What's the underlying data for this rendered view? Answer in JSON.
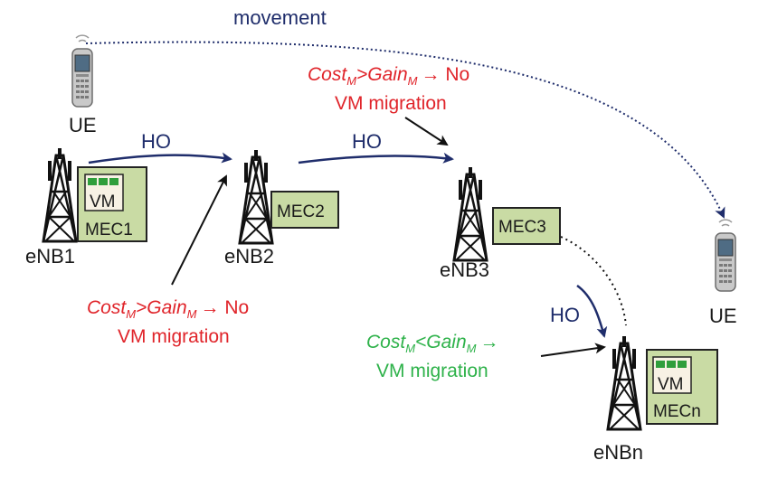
{
  "labels": {
    "movement": "movement",
    "ue_left": "UE",
    "ue_right": "UE",
    "ho1": "HO",
    "ho2": "HO",
    "ho3": "HO",
    "enb1": "eNB1",
    "enb2": "eNB2",
    "enb3": "eNB3",
    "enbn": "eNBn",
    "mec1": "MEC1",
    "mec2": "MEC2",
    "mec3": "MEC3",
    "mecn": "MECn",
    "vm1": "VM",
    "vmn": "VM"
  },
  "annotations": {
    "no_mig_top": {
      "cost": "Cost",
      "cost_sub": "M",
      "op": ">",
      "gain": "Gain",
      "gain_sub": "M",
      "result": "→ No",
      "line2": "VM migration"
    },
    "no_mig_bottom": {
      "cost": "Cost",
      "cost_sub": "M",
      "op": ">",
      "gain": "Gain",
      "gain_sub": "M",
      "result": "→  No",
      "line2": "VM migration"
    },
    "mig": {
      "cost": "Cost",
      "cost_sub": "M",
      "op": "<",
      "gain": "Gain",
      "gain_sub": "M",
      "result": "→",
      "line2": "VM migration"
    }
  },
  "colors": {
    "navy": "#1f2d6b",
    "red": "#e0242a",
    "green": "#2eb24a",
    "mec_fill": "#c9dba4",
    "vm_green": "#2f9e3c"
  },
  "icons": [
    "cell-tower-icon",
    "mobile-phone-icon"
  ]
}
